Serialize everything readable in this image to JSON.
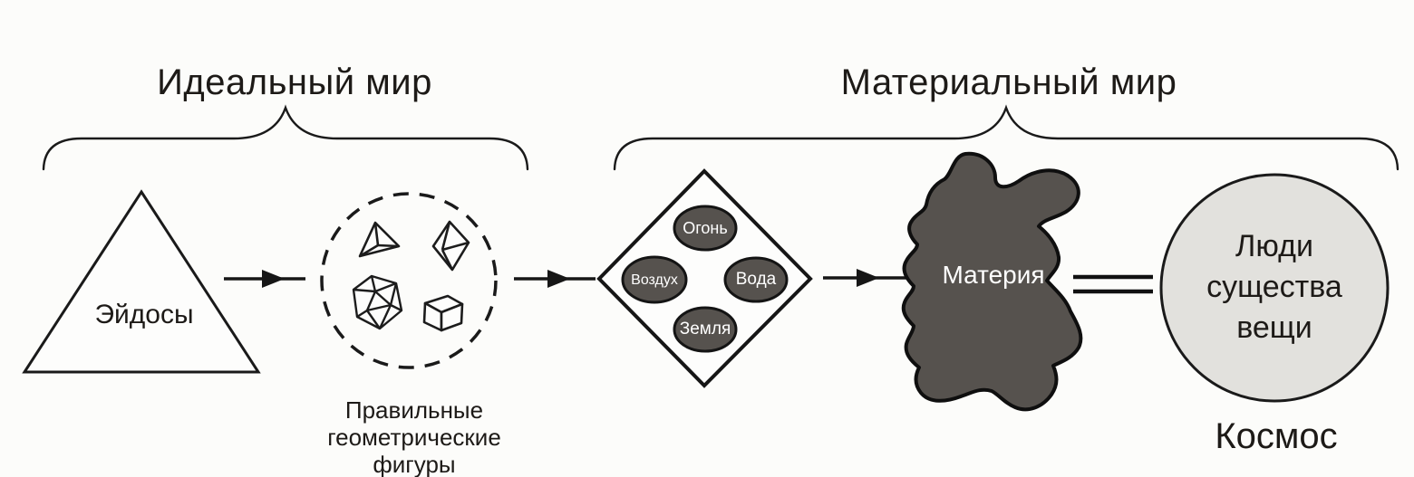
{
  "palette": {
    "background": "#fcfcfa",
    "ink": "#1a1a1a",
    "dark_fill": "#56524e",
    "light_fill": "#e2e1dd",
    "white_text": "#ffffff"
  },
  "sections": {
    "ideal_world": {
      "title": "Идеальный мир"
    },
    "material_world": {
      "title": "Материальный мир"
    }
  },
  "nodes": {
    "eidos": {
      "label": "Эйдосы"
    },
    "figures": {
      "caption": "Правильные\nгеометрические\nфигуры",
      "polyhedra": [
        "tetrahedron-icon",
        "octahedron-icon",
        "icosahedron-icon",
        "cube-icon"
      ]
    },
    "elements": {
      "fire": "Огонь",
      "air": "Воздух",
      "water": "Вода",
      "earth": "Земля"
    },
    "matter": {
      "label": "Материя"
    },
    "cosmos": {
      "label": "Люди\nсущества\nвещи",
      "caption": "Космос"
    }
  }
}
